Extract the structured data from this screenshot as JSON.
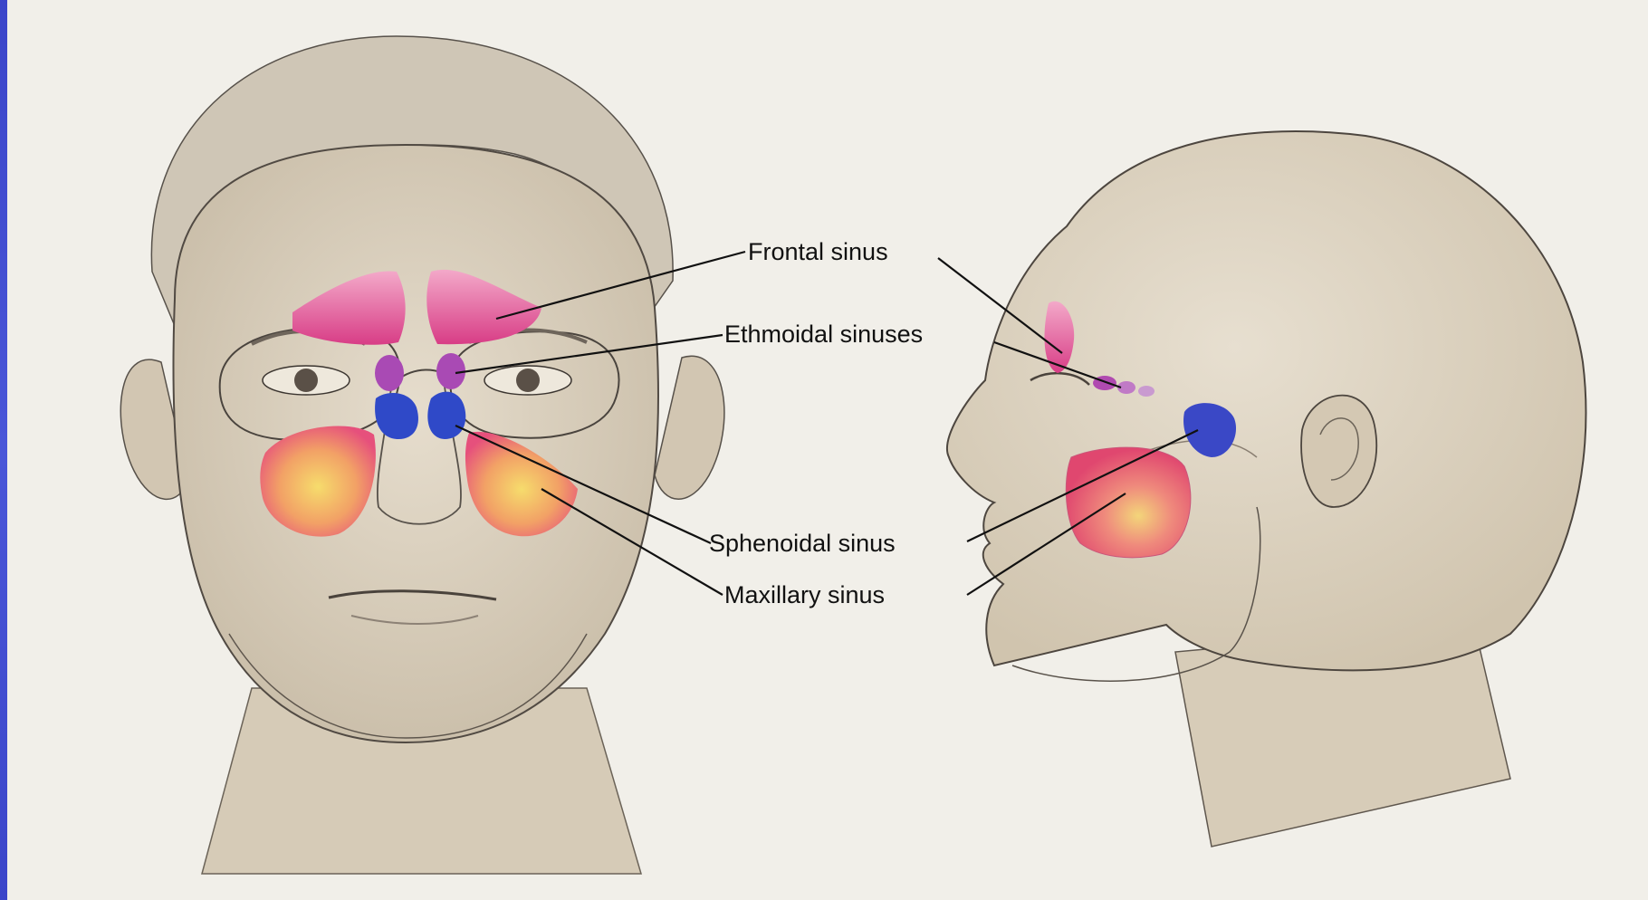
{
  "labels": {
    "frontal": "Frontal sinus",
    "ethmoidal": "Ethmoidal sinuses",
    "sphenoidal": "Sphenoidal sinus",
    "maxillary": "Maxillary sinus"
  },
  "colors": {
    "frame": "#3b45c9",
    "paper": "#f1efe9",
    "skin": "#ddd3c2",
    "frontal_sinus": "#d9488f",
    "ethmoidal_sinus": "#b04ab0",
    "sphenoidal_sinus": "#3346c4",
    "maxillary_sinus": "#ef5a7e",
    "maxillary_center": "#f2cf63"
  },
  "figure": "frontal and lateral views of a head"
}
